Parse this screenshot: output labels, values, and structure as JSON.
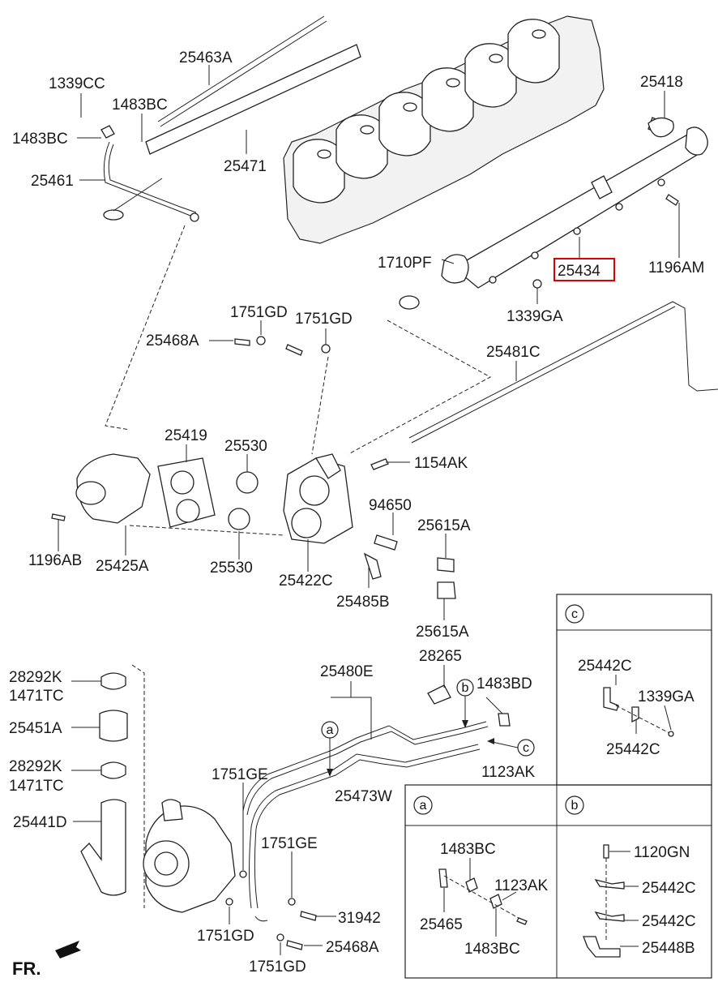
{
  "labels": {
    "p25463A": "25463A",
    "p1339CC": "1339CC",
    "p1483BC_top": "1483BC",
    "p1483BC_left": "1483BC",
    "p25461": "25461",
    "p25471": "25471",
    "p25418": "25418",
    "p1710PF": "1710PF",
    "p25434": "25434",
    "p1196AM": "1196AM",
    "p1339GA_main": "1339GA",
    "p1751GD_a": "1751GD",
    "p1751GD_b": "1751GD",
    "p25468A_top": "25468A",
    "p25481C": "25481C",
    "p25419": "25419",
    "p25530_top": "25530",
    "p1154AK": "1154AK",
    "p94650": "94650",
    "p25615A_top": "25615A",
    "p1196AB": "1196AB",
    "p25425A": "25425A",
    "p25530_bot": "25530",
    "p25422C": "25422C",
    "p25485B": "25485B",
    "p25615A_bot": "25615A",
    "p28292K_a": "28292K",
    "p1471TC_a": "1471TC",
    "p25451A": "25451A",
    "p28292K_b": "28292K",
    "p1471TC_b": "1471TC",
    "p25441D": "25441D",
    "p25480E": "25480E",
    "p28265": "28265",
    "p1483BD": "1483BD",
    "p1123AK_main": "1123AK",
    "p1751GE_a": "1751GE",
    "p25473W": "25473W",
    "p1751GE_b": "1751GE",
    "p31942": "31942",
    "p1751GD_c": "1751GD",
    "p25468A_bot": "25468A",
    "p1751GD_d": "1751GD",
    "fr": "FR."
  },
  "callouts": {
    "a": "a",
    "b": "b",
    "c": "c"
  },
  "detail_c": {
    "header": "c",
    "p25442C_a": "25442C",
    "p1339GA": "1339GA",
    "p25442C_b": "25442C"
  },
  "detail_a": {
    "header": "a",
    "p1483BC_a": "1483BC",
    "p1123AK": "1123AK",
    "p25465": "25465",
    "p1483BC_b": "1483BC"
  },
  "detail_b": {
    "header": "b",
    "p1120GN": "1120GN",
    "p25442C_a": "25442C",
    "p25442C_b": "25442C",
    "p25448B": "25448B"
  },
  "highlight_part": "25434",
  "highlight_color": "#dd0000"
}
